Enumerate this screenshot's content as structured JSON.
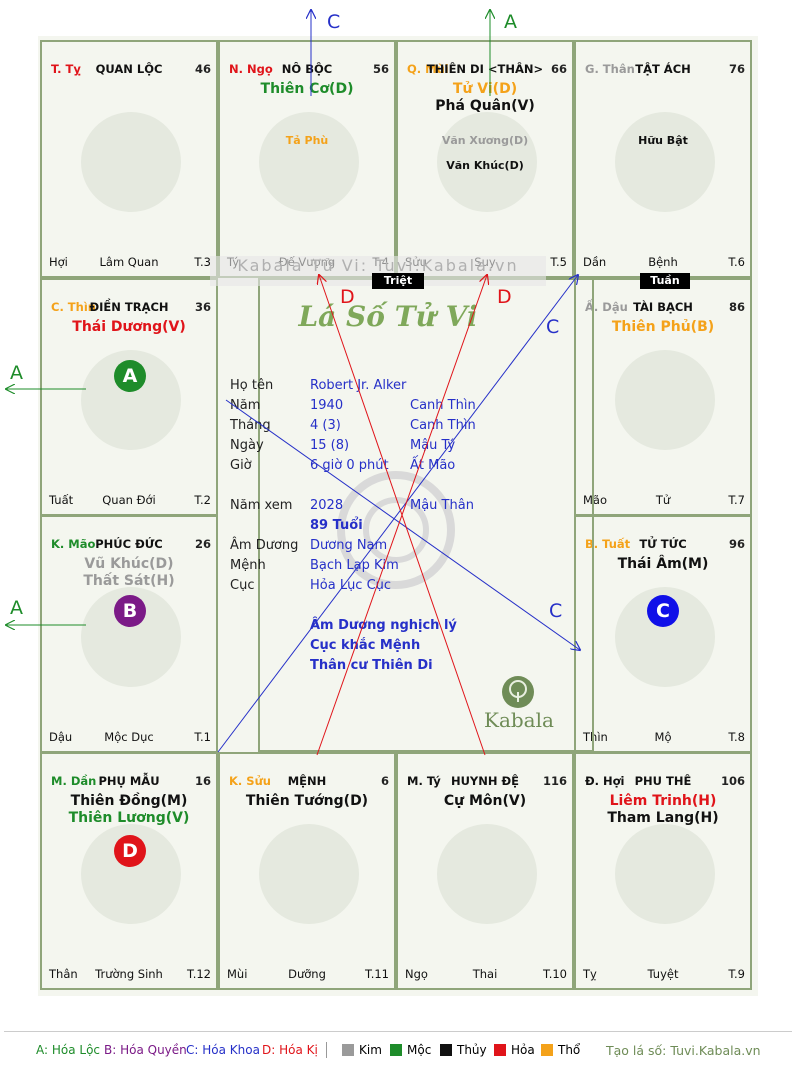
{
  "colors": {
    "kim": "#9a9a9a",
    "moc": "#1e8c2a",
    "thuy": "#111111",
    "hoa": "#e0141a",
    "tho": "#f4a21a",
    "blue": "#2630c8"
  },
  "cells": [
    {
      "id": "ty",
      "branch": "T. Tỵ",
      "branch_color": "#e0141a",
      "name": "QUAN LỘC",
      "num": "46",
      "stars": [],
      "minor": [],
      "bl": "Hợi",
      "bc": "Lâm Quan",
      "br": "T.3"
    },
    {
      "id": "ngo",
      "branch": "N. Ngọ",
      "branch_color": "#e0141a",
      "name": "NÔ BỘC",
      "num": "56",
      "stars": [
        {
          "t": "Thiên Cơ(D)",
          "c": "#1e8c2a"
        }
      ],
      "minor": [
        {
          "t": "Tả Phù",
          "c": "#f4a21a"
        }
      ],
      "bl": "Tý",
      "bc": "Đế Vượng",
      "br": "T.4"
    },
    {
      "id": "mui",
      "branch": "Q. Mùi",
      "branch_color": "#f4a21a",
      "name": "THIÊN DI <THÂN>",
      "num": "66",
      "stars": [
        {
          "t": "Tử Vi(D)",
          "c": "#f4a21a"
        },
        {
          "t": "Phá Quân(V)",
          "c": "#111111"
        }
      ],
      "minor": [
        {
          "t": "Văn Xương(D)",
          "c": "#9a9a9a"
        },
        {
          "t": "Văn Khúc(D)",
          "c": "#111111"
        }
      ],
      "bl": "Sửu",
      "bc": "Suy",
      "br": "T.5"
    },
    {
      "id": "than",
      "branch": "G. Thân",
      "branch_color": "#9a9a9a",
      "name": "TẬT ÁCH",
      "num": "76",
      "stars": [],
      "minor": [
        {
          "t": "Hữu Bật",
          "c": "#111111"
        }
      ],
      "bl": "Dần",
      "bc": "Bệnh",
      "br": "T.6"
    },
    {
      "id": "thin",
      "branch": "C. Thìn",
      "branch_color": "#f4a21a",
      "name": "ĐIỀN TRẠCH",
      "num": "36",
      "stars": [
        {
          "t": "Thái Dương(V)",
          "c": "#e0141a"
        }
      ],
      "minor": [],
      "bl": "Tuất",
      "bc": "Quan Đới",
      "br": "T.2"
    },
    {
      "id": "dau",
      "branch": "Ấ. Dậu",
      "branch_color": "#9a9a9a",
      "name": "TÀI BẠCH",
      "num": "86",
      "stars": [
        {
          "t": "Thiên Phủ(B)",
          "c": "#f4a21a"
        }
      ],
      "minor": [],
      "bl": "Mão",
      "bc": "Tử",
      "br": "T.7"
    },
    {
      "id": "mao",
      "branch": "K. Mão",
      "branch_color": "#1e8c2a",
      "name": "PHÚC ĐỨC",
      "num": "26",
      "stars": [
        {
          "t": "Vũ Khúc(D)",
          "c": "#9a9a9a"
        },
        {
          "t": "Thất Sát(H)",
          "c": "#9a9a9a"
        }
      ],
      "minor": [],
      "bl": "Dậu",
      "bc": "Mộc Dục",
      "br": "T.1"
    },
    {
      "id": "tuat",
      "branch": "B. Tuất",
      "branch_color": "#f4a21a",
      "name": "TỬ TỨC",
      "num": "96",
      "stars": [
        {
          "t": "Thái Âm(M)",
          "c": "#111111"
        }
      ],
      "minor": [],
      "bl": "Thìn",
      "bc": "Mộ",
      "br": "T.8"
    },
    {
      "id": "dan",
      "branch": "M. Dần",
      "branch_color": "#1e8c2a",
      "name": "PHỤ MẪU",
      "num": "16",
      "stars": [
        {
          "t": "Thiên Đồng(M)",
          "c": "#111111"
        },
        {
          "t": "Thiên Lương(V)",
          "c": "#1e8c2a"
        }
      ],
      "minor": [],
      "bl": "Thân",
      "bc": "Trường Sinh",
      "br": "T.12"
    },
    {
      "id": "suu",
      "branch": "K. Sửu",
      "branch_color": "#f4a21a",
      "name": "MỆNH",
      "num": "6",
      "stars": [
        {
          "t": "Thiên Tướng(D)",
          "c": "#111111"
        }
      ],
      "minor": [],
      "bl": "Mùi",
      "bc": "Dưỡng",
      "br": "T.11"
    },
    {
      "id": "tyy",
      "branch": "M. Tý",
      "branch_color": "#111111",
      "name": "HUYNH ĐỆ",
      "num": "116",
      "stars": [
        {
          "t": "Cự Môn(V)",
          "c": "#111111"
        }
      ],
      "minor": [],
      "bl": "Ngọ",
      "bc": "Thai",
      "br": "T.10"
    },
    {
      "id": "hoi",
      "branch": "Đ. Hợi",
      "branch_color": "#111111",
      "name": "PHU THÊ",
      "num": "106",
      "stars": [
        {
          "t": "Liêm Trinh(H)",
          "c": "#e0141a"
        },
        {
          "t": "Tham Lang(H)",
          "c": "#111111"
        }
      ],
      "minor": [],
      "bl": "Tỵ",
      "bc": "Tuyệt",
      "br": "T.9"
    }
  ],
  "badges": {
    "A": "A",
    "B": "B",
    "C": "C",
    "D": "D"
  },
  "tags": {
    "triet": "Triệt",
    "tuan": "Tuần"
  },
  "watermark": "Kabala Tử Vi: Tuvi.Kabala.vn",
  "title": "Lá Số Tử Vi",
  "logo_text": "Kabala",
  "info": {
    "ho_ten_l": "Họ tên",
    "ho_ten_v": "Robert Jr. Alker",
    "nam_l": "Năm",
    "nam_v1": "1940",
    "nam_v2": "Canh Thìn",
    "thang_l": "Tháng",
    "thang_v1": "4  (3)",
    "thang_v2": "Canh Thìn",
    "ngay_l": "Ngày",
    "ngay_v1": "15  (8)",
    "ngay_v2": "Mậu Tý",
    "gio_l": "Giờ",
    "gio_v1": "6 giờ 0 phút",
    "gio_v2": "Ất Mão",
    "namxem_l": "Năm xem",
    "namxem_v1": "2028",
    "namxem_v2": "Mậu Thân",
    "tuoi": "89 Tuổi",
    "amduong_l": "Âm Dương",
    "amduong_v": "Dương Nam",
    "menh_l": "Mệnh",
    "menh_v": "Bạch Lạp Kim",
    "cuc_l": "Cục",
    "cuc_v": "Hỏa Lục Cục",
    "note1": "Âm Dương nghịch lý",
    "note2": "Cục khắc Mệnh",
    "note3": "Thân cư Thiên Di"
  },
  "arrow_labels": {
    "top_c": "C",
    "top_a": "A",
    "left_a1": "A",
    "left_a2": "A",
    "d1": "D",
    "d2": "D",
    "c1": "C",
    "c2": "C"
  },
  "legend": {
    "a": "A: Hóa Lộc",
    "b": "B: Hóa Quyền",
    "c": "C: Hóa Khoa",
    "d": "D: Hóa Kị",
    "kim": "Kim",
    "moc": "Mộc",
    "thuy": "Thủy",
    "hoa": "Hỏa",
    "tho": "Thổ",
    "credit": "Tạo lá số: Tuvi.Kabala.vn"
  }
}
